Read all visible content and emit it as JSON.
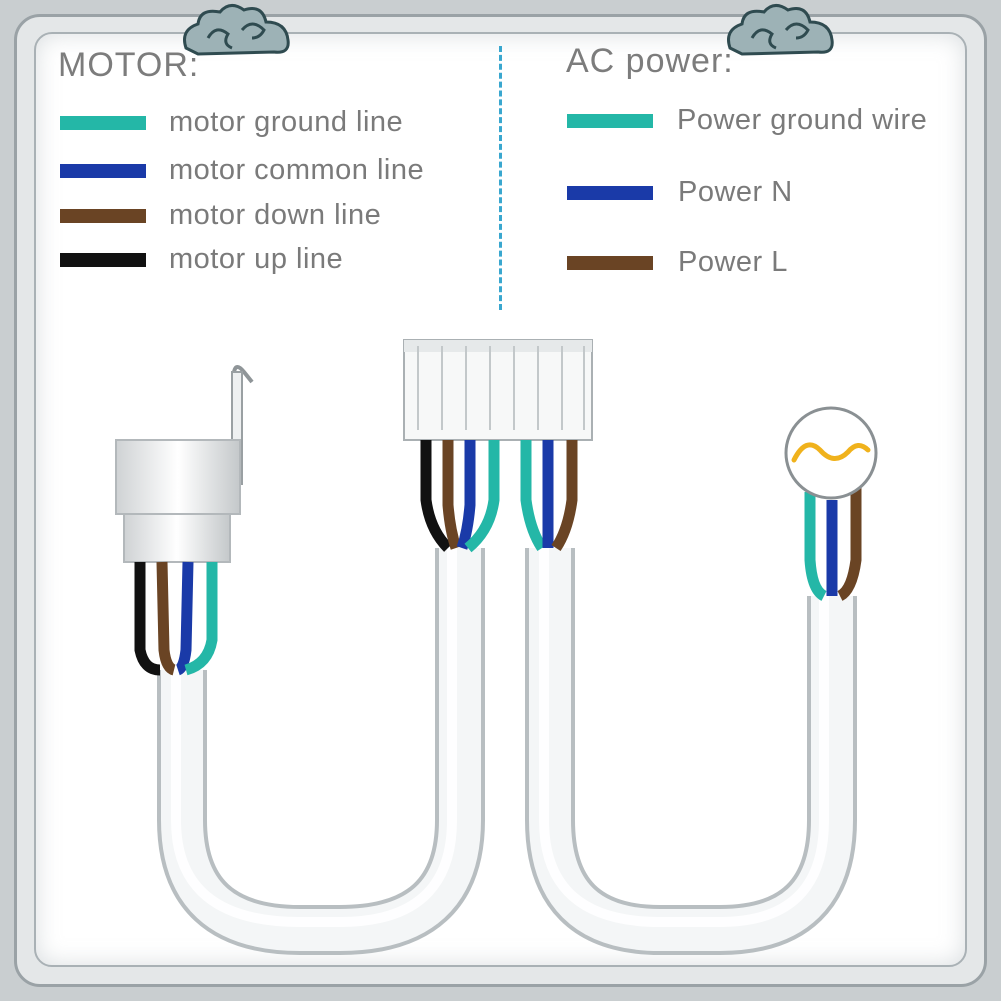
{
  "motor": {
    "title": "MOTOR:",
    "items": [
      {
        "label": "motor ground line",
        "color": "#24b7a7"
      },
      {
        "label": "motor common line",
        "color": "#1a3aa8"
      },
      {
        "label": "motor down line",
        "color": "#6a4424"
      },
      {
        "label": "motor up line",
        "color": "#111111"
      }
    ]
  },
  "ac_power": {
    "title": "AC power:",
    "items": [
      {
        "label": "Power ground wire",
        "color": "#24b7a7"
      },
      {
        "label": "Power N",
        "color": "#1a3aa8"
      },
      {
        "label": "Power L",
        "color": "#6a4424"
      }
    ]
  },
  "icons": {
    "ornament": "cloud-scroll-ornament",
    "ac_symbol": "sine-wave-icon",
    "motor_plug": "round-motor-plug",
    "connector": "multi-pin-connector"
  },
  "colors": {
    "divider": "#39a7cf",
    "frame": "#a9b1b5",
    "cable": "#f2f4f5"
  }
}
